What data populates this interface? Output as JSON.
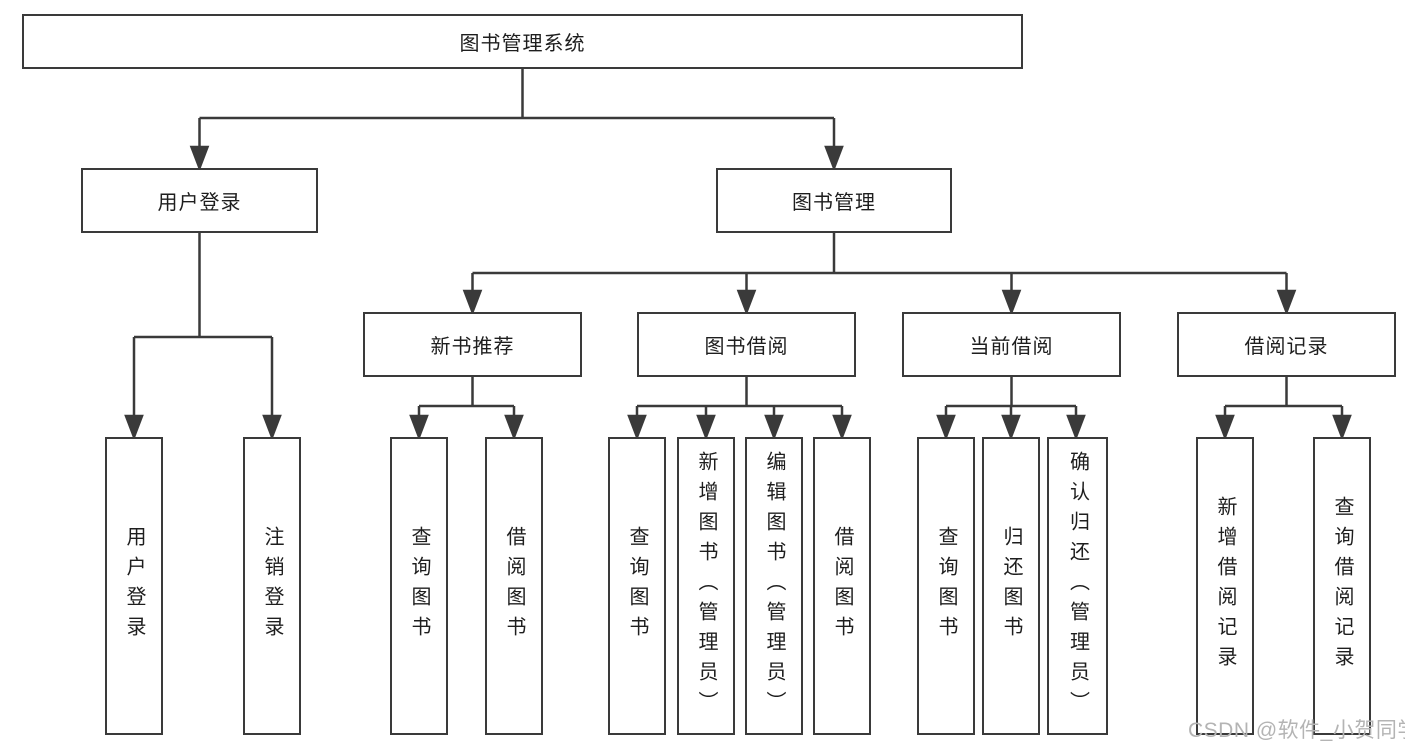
{
  "diagram": {
    "title": "图书管理系统",
    "level2": [
      {
        "label": "用户登录",
        "parent": "图书管理系统"
      },
      {
        "label": "图书管理",
        "parent": "图书管理系统"
      }
    ],
    "level3": [
      {
        "label": "新书推荐",
        "parent": "图书管理"
      },
      {
        "label": "图书借阅",
        "parent": "图书管理"
      },
      {
        "label": "当前借阅",
        "parent": "图书管理"
      },
      {
        "label": "借阅记录",
        "parent": "图书管理"
      }
    ],
    "leaves": [
      {
        "label": "用户登录",
        "parent": "用户登录"
      },
      {
        "label": "注销登录",
        "parent": "用户登录"
      },
      {
        "label": "查询图书",
        "parent": "新书推荐"
      },
      {
        "label": "借阅图书",
        "parent": "新书推荐"
      },
      {
        "label": "查询图书",
        "parent": "图书借阅"
      },
      {
        "label": "新增图书（管理员）",
        "parent": "图书借阅"
      },
      {
        "label": "编辑图书（管理员）",
        "parent": "图书借阅"
      },
      {
        "label": "借阅图书",
        "parent": "图书借阅"
      },
      {
        "label": "查询图书",
        "parent": "当前借阅"
      },
      {
        "label": "归还图书",
        "parent": "当前借阅"
      },
      {
        "label": "确认归还（管理员）",
        "parent": "当前借阅"
      },
      {
        "label": "新增借阅记录",
        "parent": "借阅记录"
      },
      {
        "label": "查询借阅记录",
        "parent": "借阅记录"
      }
    ]
  },
  "watermark": "CSDN @软件_小贺同学",
  "colors": {
    "line": "#3a3a3a",
    "box_border": "#3a3a3a",
    "text": "#1e1e1e",
    "watermark": "#b4b4b4",
    "background": "#ffffff"
  }
}
